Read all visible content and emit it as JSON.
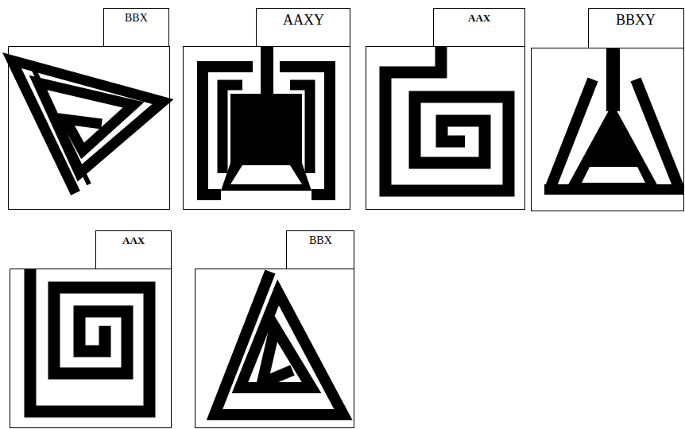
{
  "diagram": {
    "nodes": [
      {
        "text": [
          "BBX"
        ]
      },
      {
        "text": [
          "AAXY"
        ]
      },
      {
        "text": [
          "AAX"
        ]
      },
      {
        "text": [
          "BBXY"
        ]
      },
      {
        "text": [
          "AAX"
        ]
      },
      {
        "text": [
          "BBX"
        ]
      }
    ]
  }
}
